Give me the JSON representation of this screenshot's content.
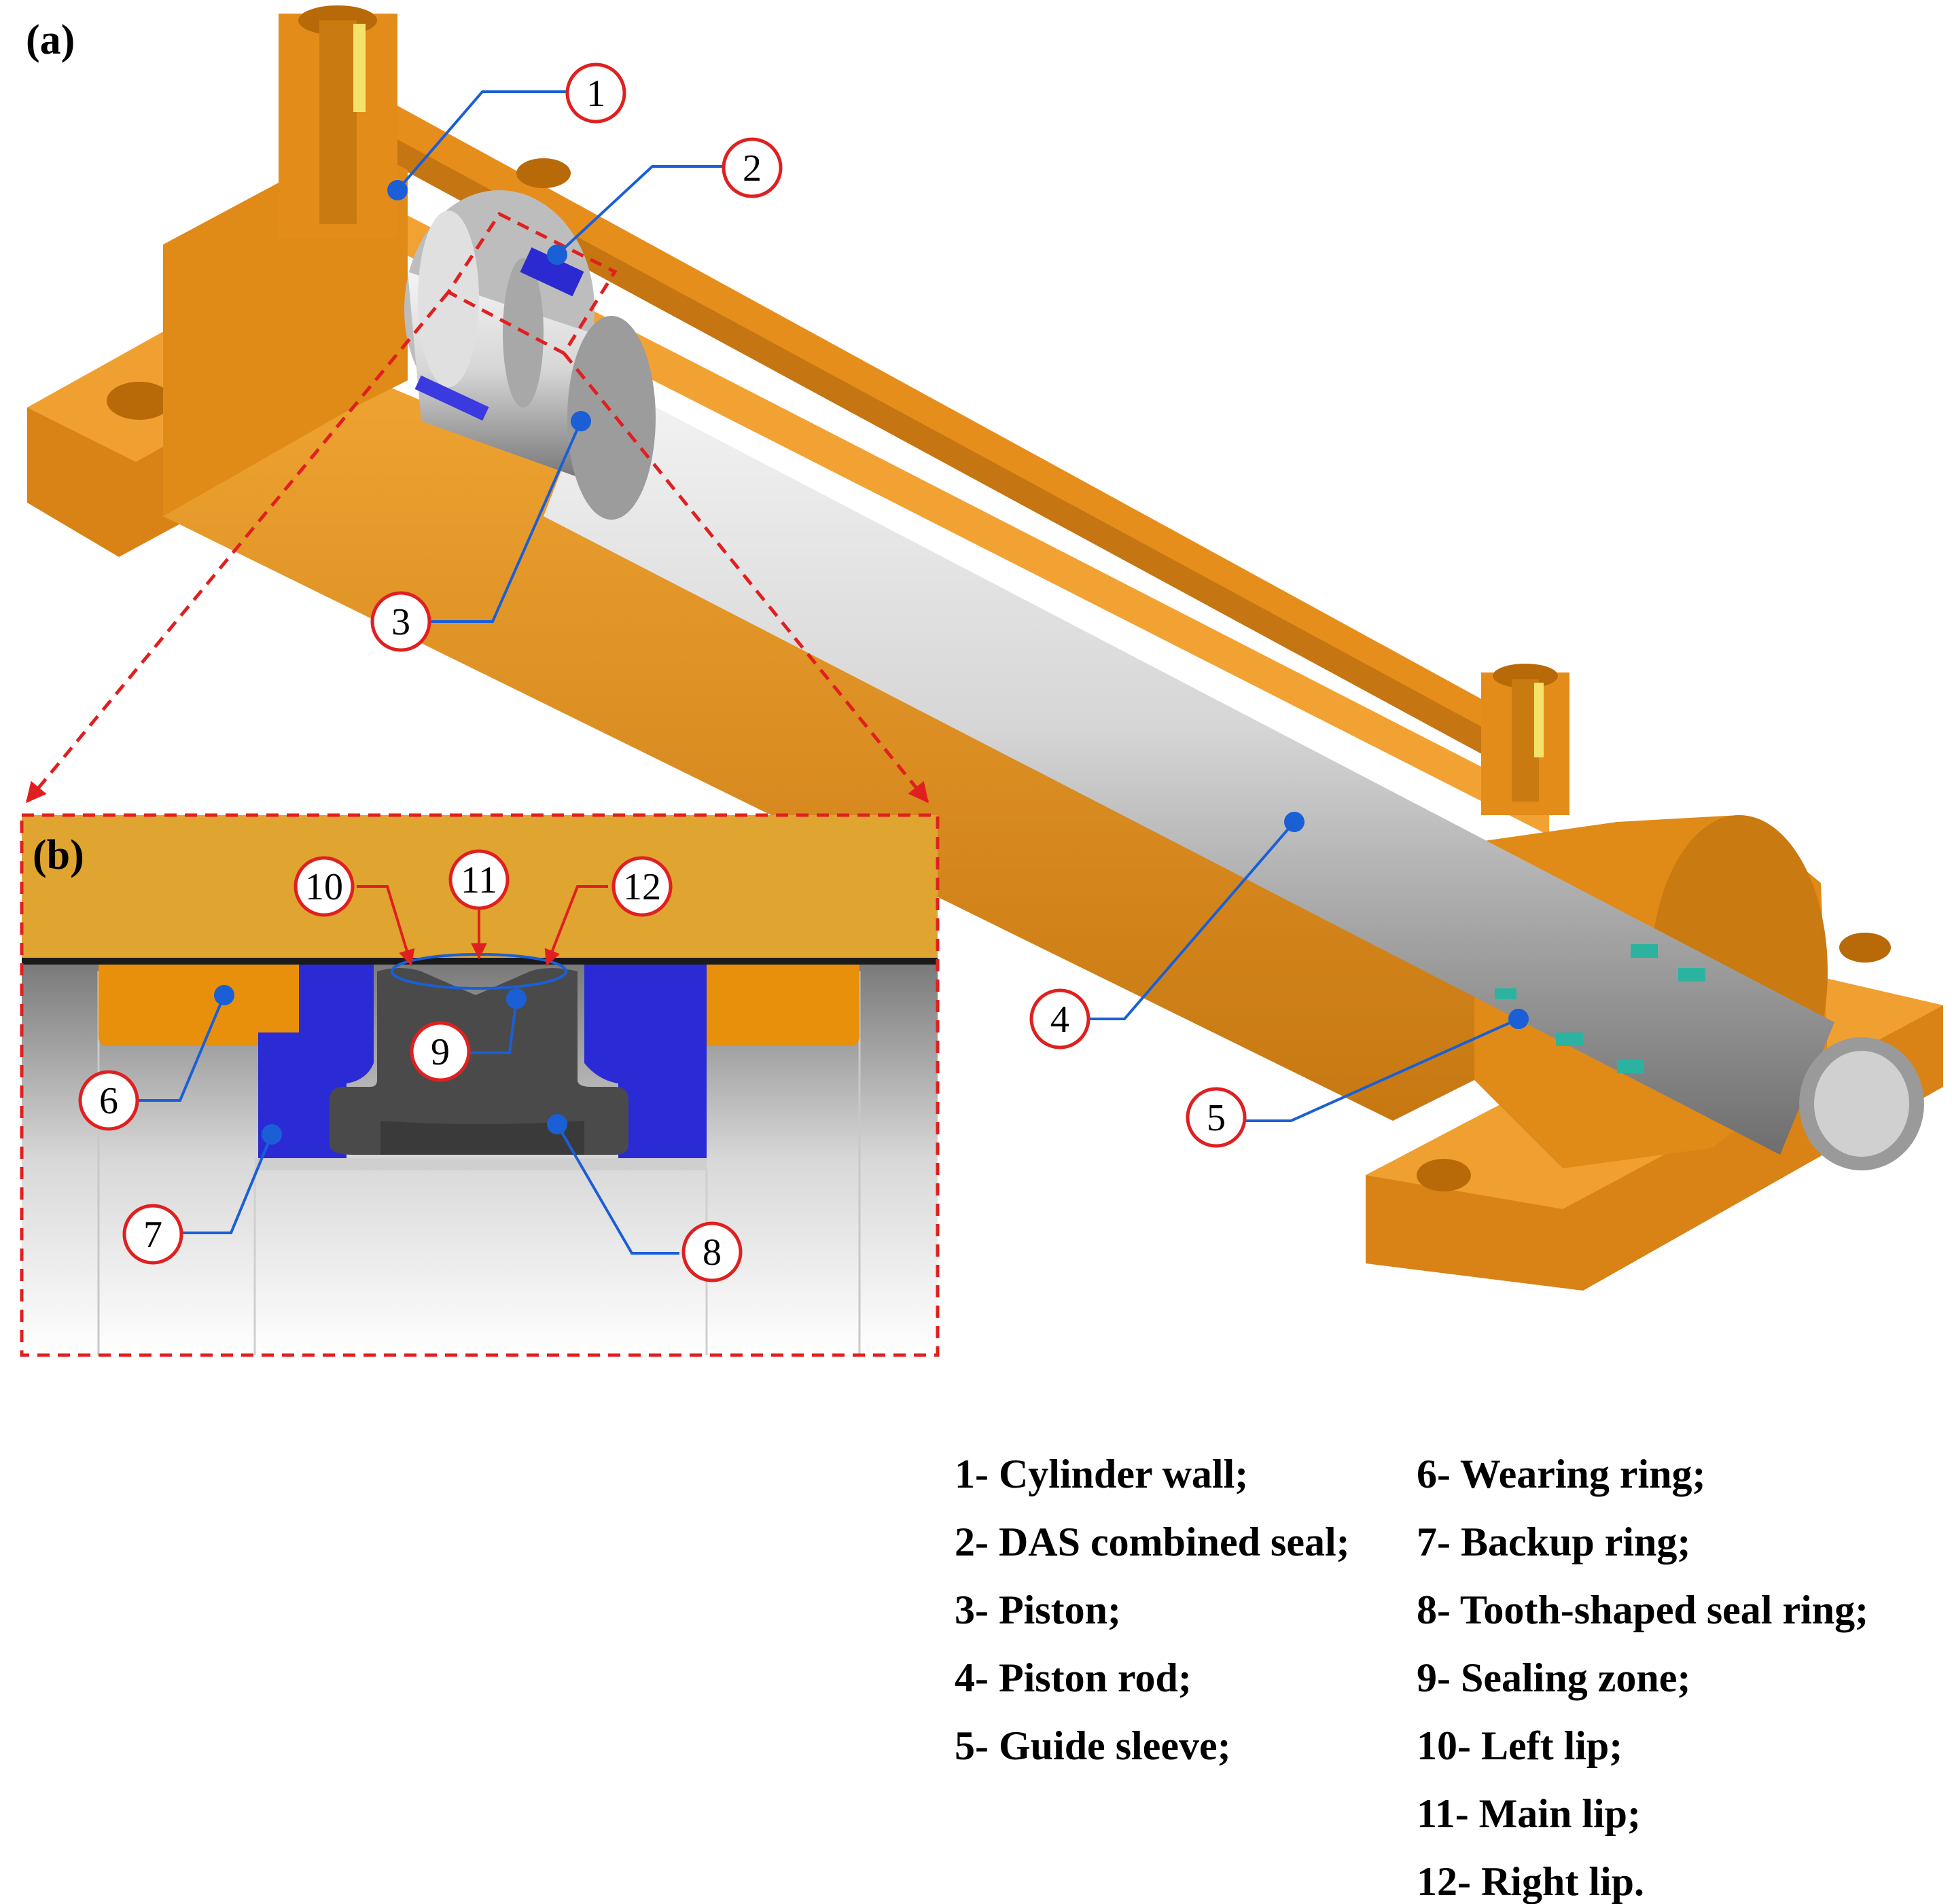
{
  "panels": {
    "a": "(a)",
    "b": "(b)"
  },
  "legend": {
    "left": [
      "1- Cylinder wall;",
      "2- DAS combined seal;",
      "3- Piston;",
      "4- Piston rod;",
      "5- Guide sleeve;"
    ],
    "right": [
      "6- Wearing ring;",
      "7- Backup ring;",
      "8- Tooth-shaped seal ring;",
      "9- Sealing zone;",
      "10- Left lip;",
      "11- Main lip;",
      "12- Right lip."
    ]
  },
  "callouts": [
    "1",
    "2",
    "3",
    "4",
    "5",
    "6",
    "7",
    "8",
    "9",
    "10",
    "11",
    "12"
  ],
  "colors": {
    "cylinder": "#e8931a",
    "cylinder_dark": "#b86a08",
    "steel": "#cfcfcf",
    "backup_ring": "#2b2bd6",
    "seal_ring": "#4a4a4a",
    "callout_circle": "#e02020",
    "leader_line": "#1a5fd6",
    "dashed_box": "#e02020"
  }
}
